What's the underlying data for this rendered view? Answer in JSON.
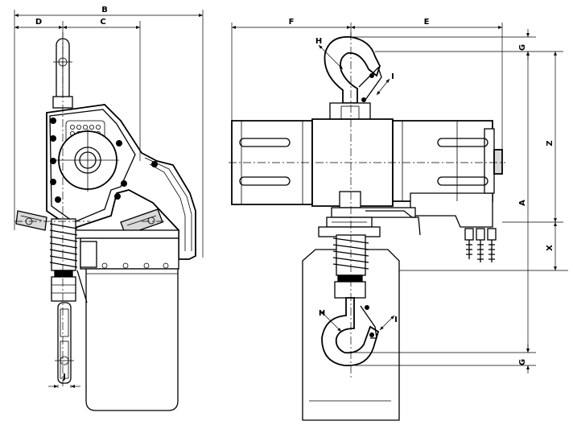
{
  "labels": {
    "B": "B",
    "C": "C",
    "D": "D",
    "J": "J",
    "F": "F",
    "E": "E",
    "G_top": "G",
    "G_bottom": "G",
    "Z": "Z",
    "X": "X",
    "A": "A",
    "H_top": "H",
    "H_bottom": "H",
    "I_top": "I",
    "I_bottom": "I"
  }
}
